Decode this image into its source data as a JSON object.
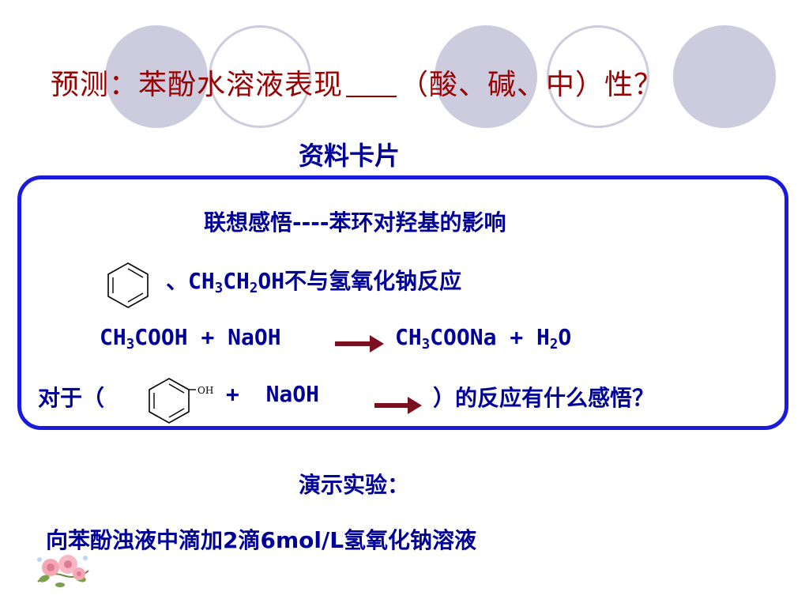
{
  "slide": {
    "title_part1": "预测：苯酚水溶液表现",
    "title_part2": "（酸、碱、中）性？",
    "subtitle": "资料卡片"
  },
  "card": {
    "heading": "联想感悟----苯环对羟基的影响",
    "line1_prefix": "、",
    "line1_ch3": "CH",
    "line1_sub3": "3",
    "line1_ch2": "CH",
    "line1_sub2": "2",
    "line1_oh": "OH",
    "line1_suffix": "不与氢氧化钠反应",
    "eq_left_ch": "CH",
    "eq_left_sub": "3",
    "eq_left_rest": "COOH + NaOH",
    "eq_right_ch": "CH",
    "eq_right_sub": "3",
    "eq_right_rest": "COONa + H",
    "eq_right_h2": "2",
    "eq_right_o": "O",
    "q_prefix": "对于（",
    "q_oh_label": "OH",
    "q_mid": "+  NaOH",
    "q_suffix": "）的反应有什么感悟？"
  },
  "demo": {
    "heading": "演示实验：",
    "instruction": "向苯酚浊液中滴加2滴6mol/L氢氧化钠溶液"
  },
  "colors": {
    "title": "#990000",
    "text": "#000099",
    "card_border": "#1a1adc",
    "arrow": "#7a1020",
    "circle": "#ccccde"
  }
}
